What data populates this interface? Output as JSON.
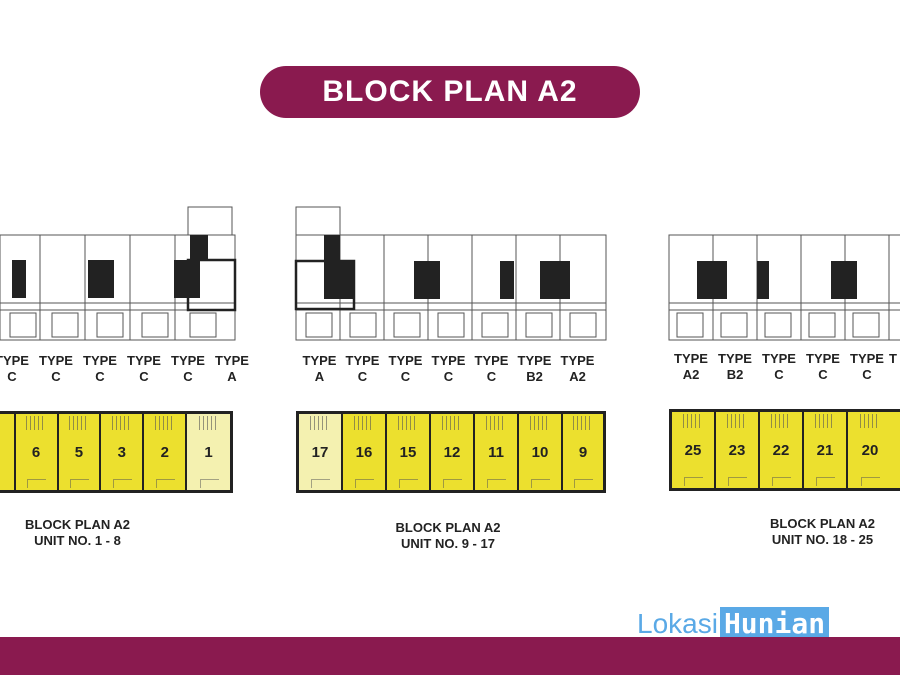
{
  "title": "BLOCK PLAN A2",
  "blocks": [
    {
      "types": [
        {
          "line1": "TYPE",
          "line2": "C"
        },
        {
          "line1": "TYPE",
          "line2": "C"
        },
        {
          "line1": "TYPE",
          "line2": "C"
        },
        {
          "line1": "TYPE",
          "line2": "C"
        },
        {
          "line1": "TYPE",
          "line2": "C"
        },
        {
          "line1": "TYPE",
          "line2": "A"
        }
      ],
      "units": [
        "6",
        "5",
        "3",
        "2",
        "1"
      ],
      "caption_line1": "BLOCK PLAN A2",
      "caption_line2": "UNIT NO. 1 - 8"
    },
    {
      "types": [
        {
          "line1": "TYPE",
          "line2": "A"
        },
        {
          "line1": "TYPE",
          "line2": "C"
        },
        {
          "line1": "TYPE",
          "line2": "C"
        },
        {
          "line1": "TYPE",
          "line2": "C"
        },
        {
          "line1": "TYPE",
          "line2": "C"
        },
        {
          "line1": "TYPE",
          "line2": "B2"
        },
        {
          "line1": "TYPE",
          "line2": "A2"
        }
      ],
      "units": [
        "17",
        "16",
        "15",
        "12",
        "11",
        "10",
        "9"
      ],
      "caption_line1": "BLOCK PLAN A2",
      "caption_line2": "UNIT NO. 9 - 17"
    },
    {
      "types": [
        {
          "line1": "TYPE",
          "line2": "A2"
        },
        {
          "line1": "TYPE",
          "line2": "B2"
        },
        {
          "line1": "TYPE",
          "line2": "C"
        },
        {
          "line1": "TYPE",
          "line2": "C"
        },
        {
          "line1": "TYPE",
          "line2": "C"
        },
        {
          "line1": "T",
          "line2": ""
        }
      ],
      "units": [
        "25",
        "23",
        "22",
        "21",
        "20"
      ],
      "caption_line1": "BLOCK PLAN A2",
      "caption_line2": "UNIT NO. 18 - 25"
    }
  ],
  "watermark": {
    "part1": "Lokasi",
    "part2": "Hunian"
  },
  "colors": {
    "brand": "#8a1a4f",
    "unit_fill": "#ece02e",
    "unit_light": "#f4f1b0",
    "watermark": "#5aa9e6"
  }
}
